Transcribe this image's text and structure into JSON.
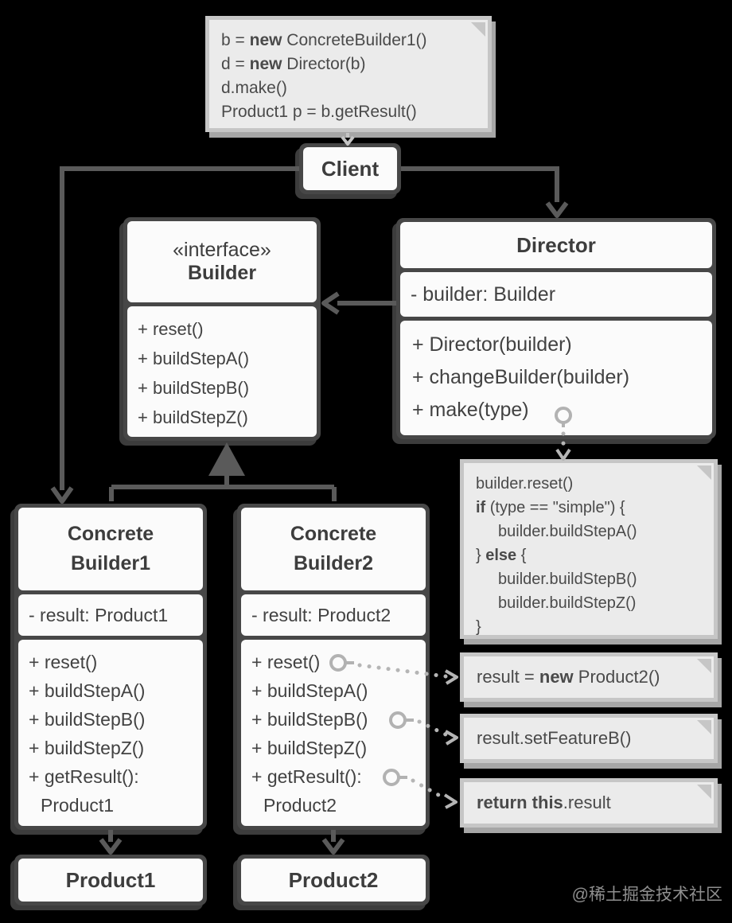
{
  "colors": {
    "background": "#000000",
    "class_frame": "#474747",
    "class_fill": "#fbfbfb",
    "note_fill": "#ebebeb",
    "note_border": "#c6c6c6",
    "solid_line": "#5a5a5a",
    "dashed_line": "#b5b5b5",
    "text": "#424242"
  },
  "client_note": {
    "line1": {
      "pre": "b = ",
      "bold": "new",
      "post": " ConcreteBuilder1()"
    },
    "line2": {
      "pre": "d = ",
      "bold": "new",
      "post": " Director(b)"
    },
    "line3": "d.make()",
    "line4": "Product1 p = b.getResult()"
  },
  "client": {
    "name": "Client"
  },
  "builder_interface": {
    "stereotype": "«interface»",
    "name": "Builder",
    "methods": [
      "+ reset()",
      "+ buildStepA()",
      "+ buildStepB()",
      "+ buildStepZ()"
    ]
  },
  "director": {
    "name": "Director",
    "attribute": "- builder: Builder",
    "methods": [
      "+ Director(builder)",
      "+ changeBuilder(builder)",
      "+ make(type)"
    ]
  },
  "make_note": {
    "line1": "builder.reset()",
    "line2": {
      "bold": "if",
      "post": " (type == \"simple\") {"
    },
    "line3": "builder.buildStepA()",
    "line4": {
      "pre": "} ",
      "bold": "else",
      "post": " {"
    },
    "line5": "builder.buildStepB()",
    "line6": "builder.buildStepZ()",
    "line7": "}"
  },
  "concrete_builder1": {
    "name_line1": "Concrete",
    "name_line2": "Builder1",
    "attribute": "- result: Product1",
    "methods": [
      "+ reset()",
      "+ buildStepA()",
      "+ buildStepB()",
      "+ buildStepZ()",
      "+ getResult():"
    ],
    "method_wrap": "Product1"
  },
  "concrete_builder2": {
    "name_line1": "Concrete",
    "name_line2": "Builder2",
    "attribute": "- result: Product2",
    "methods": [
      "+ reset()",
      "+ buildStepA()",
      "+ buildStepB()",
      "+ buildStepZ()",
      "+ getResult():"
    ],
    "method_wrap": "Product2"
  },
  "reset_note": {
    "pre": "result = ",
    "bold": "new",
    "post": " Product2()"
  },
  "stepb_note": "result.setFeatureB()",
  "getresult_note": {
    "bold": "return this",
    "post": ".result"
  },
  "product1": {
    "name": "Product1"
  },
  "product2": {
    "name": "Product2"
  },
  "watermark": "@稀土掘金技术社区"
}
